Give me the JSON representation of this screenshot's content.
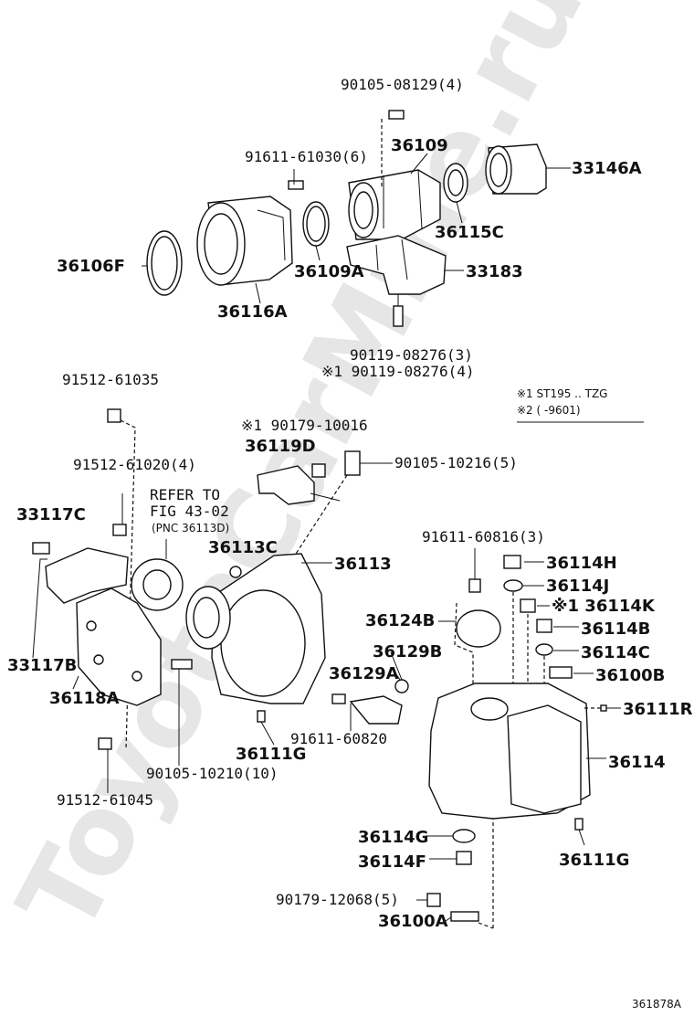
{
  "watermark": "ToyotaCarMine.ru",
  "figure_code": "361878A",
  "legend": {
    "note1": "※1 ST195 .. TZG",
    "note2": "※2 (    -9601)"
  },
  "refer": {
    "line1": "REFER TO",
    "line2": "FIG 43-02",
    "line3": "(PNC 36113D)"
  },
  "labels": {
    "p90105_08129": "90105-08129(4)",
    "p91611_61030": "91611-61030(6)",
    "p36109": "36109",
    "p33146A": "33146A",
    "p36115C": "36115C",
    "p36106F": "36106F",
    "p36109A": "36109A",
    "p33183": "33183",
    "p36116A": "36116A",
    "p90119_a": "90119-08276(3)",
    "p90119_b": "※1 90119-08276(4)",
    "p91512_61035": "91512-61035",
    "p90179_10016": "※1 90179-10016",
    "p36119D": "36119D",
    "p90105_10216": "90105-10216(5)",
    "p91512_61020": "91512-61020(4)",
    "p33117C": "33117C",
    "p36113C": "36113C",
    "p36113": "36113",
    "p91611_60816": "91611-60816(3)",
    "p36114H": "36114H",
    "p36114J": "36114J",
    "p36114K": "※1 36114K",
    "p36124B": "36124B",
    "p36114B": "36114B",
    "p36129B": "36129B",
    "p36114C": "36114C",
    "p33117B": "33117B",
    "p36129A": "36129A",
    "p36100B": "36100B",
    "p36118A": "36118A",
    "p36111R": "36111R",
    "p91611_60820": "91611-60820",
    "p36111G_a": "36111G",
    "p36114": "36114",
    "p90105_10210": "90105-10210(10)",
    "p91512_61045": "91512-61045",
    "p36114G": "36114G",
    "p36111G_b": "36111G",
    "p36114F": "36114F",
    "p90179_12068": "90179-12068(5)",
    "p36100A": "36100A"
  }
}
